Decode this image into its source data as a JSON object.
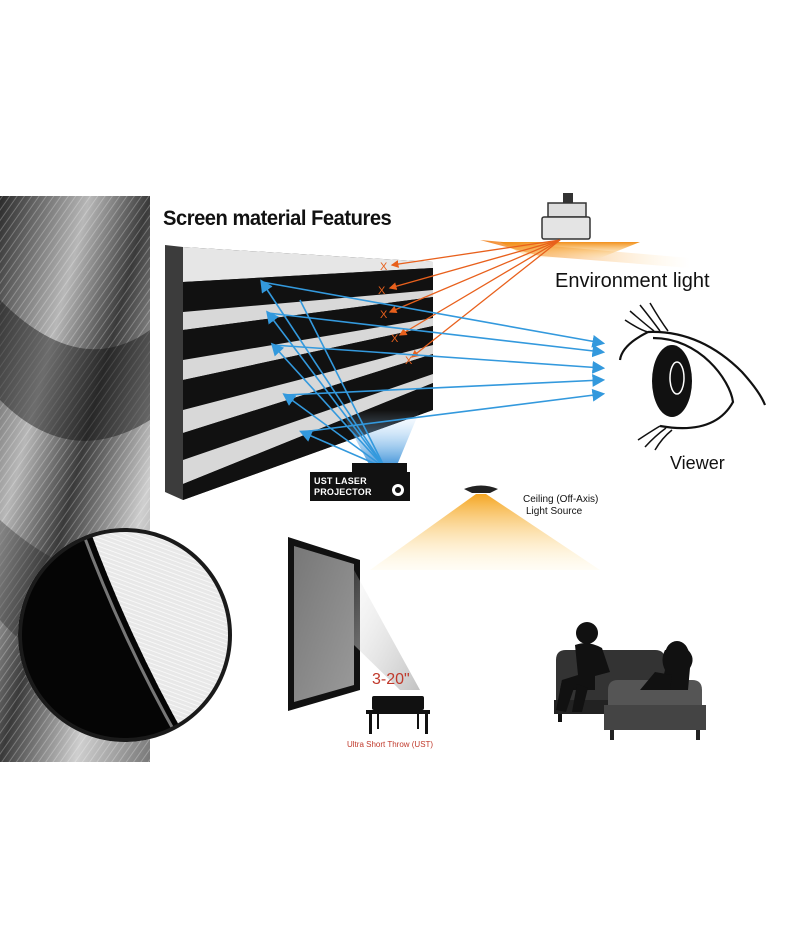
{
  "title": "Screen material Features",
  "labels": {
    "environment_light": "Environment light",
    "viewer": "Viewer",
    "projector_line1": "UST LASER",
    "projector_line2": "PROJECTOR",
    "ceiling_line1": "Ceiling (Off-Axis)",
    "ceiling_line2": "Light Source",
    "throw_distance": "3-20\"",
    "ust_caption": "Ultra Short Throw (UST)"
  },
  "colors": {
    "ambient_ray": "#e8601c",
    "projector_ray": "#3399dd",
    "glow": "#f5a623",
    "caption_red": "#c0392b"
  },
  "icons": [
    "ceiling-projector-icon",
    "eye-icon",
    "ust-projector-icon",
    "people-on-sofa-icon",
    "magnifier-lens-icon"
  ]
}
